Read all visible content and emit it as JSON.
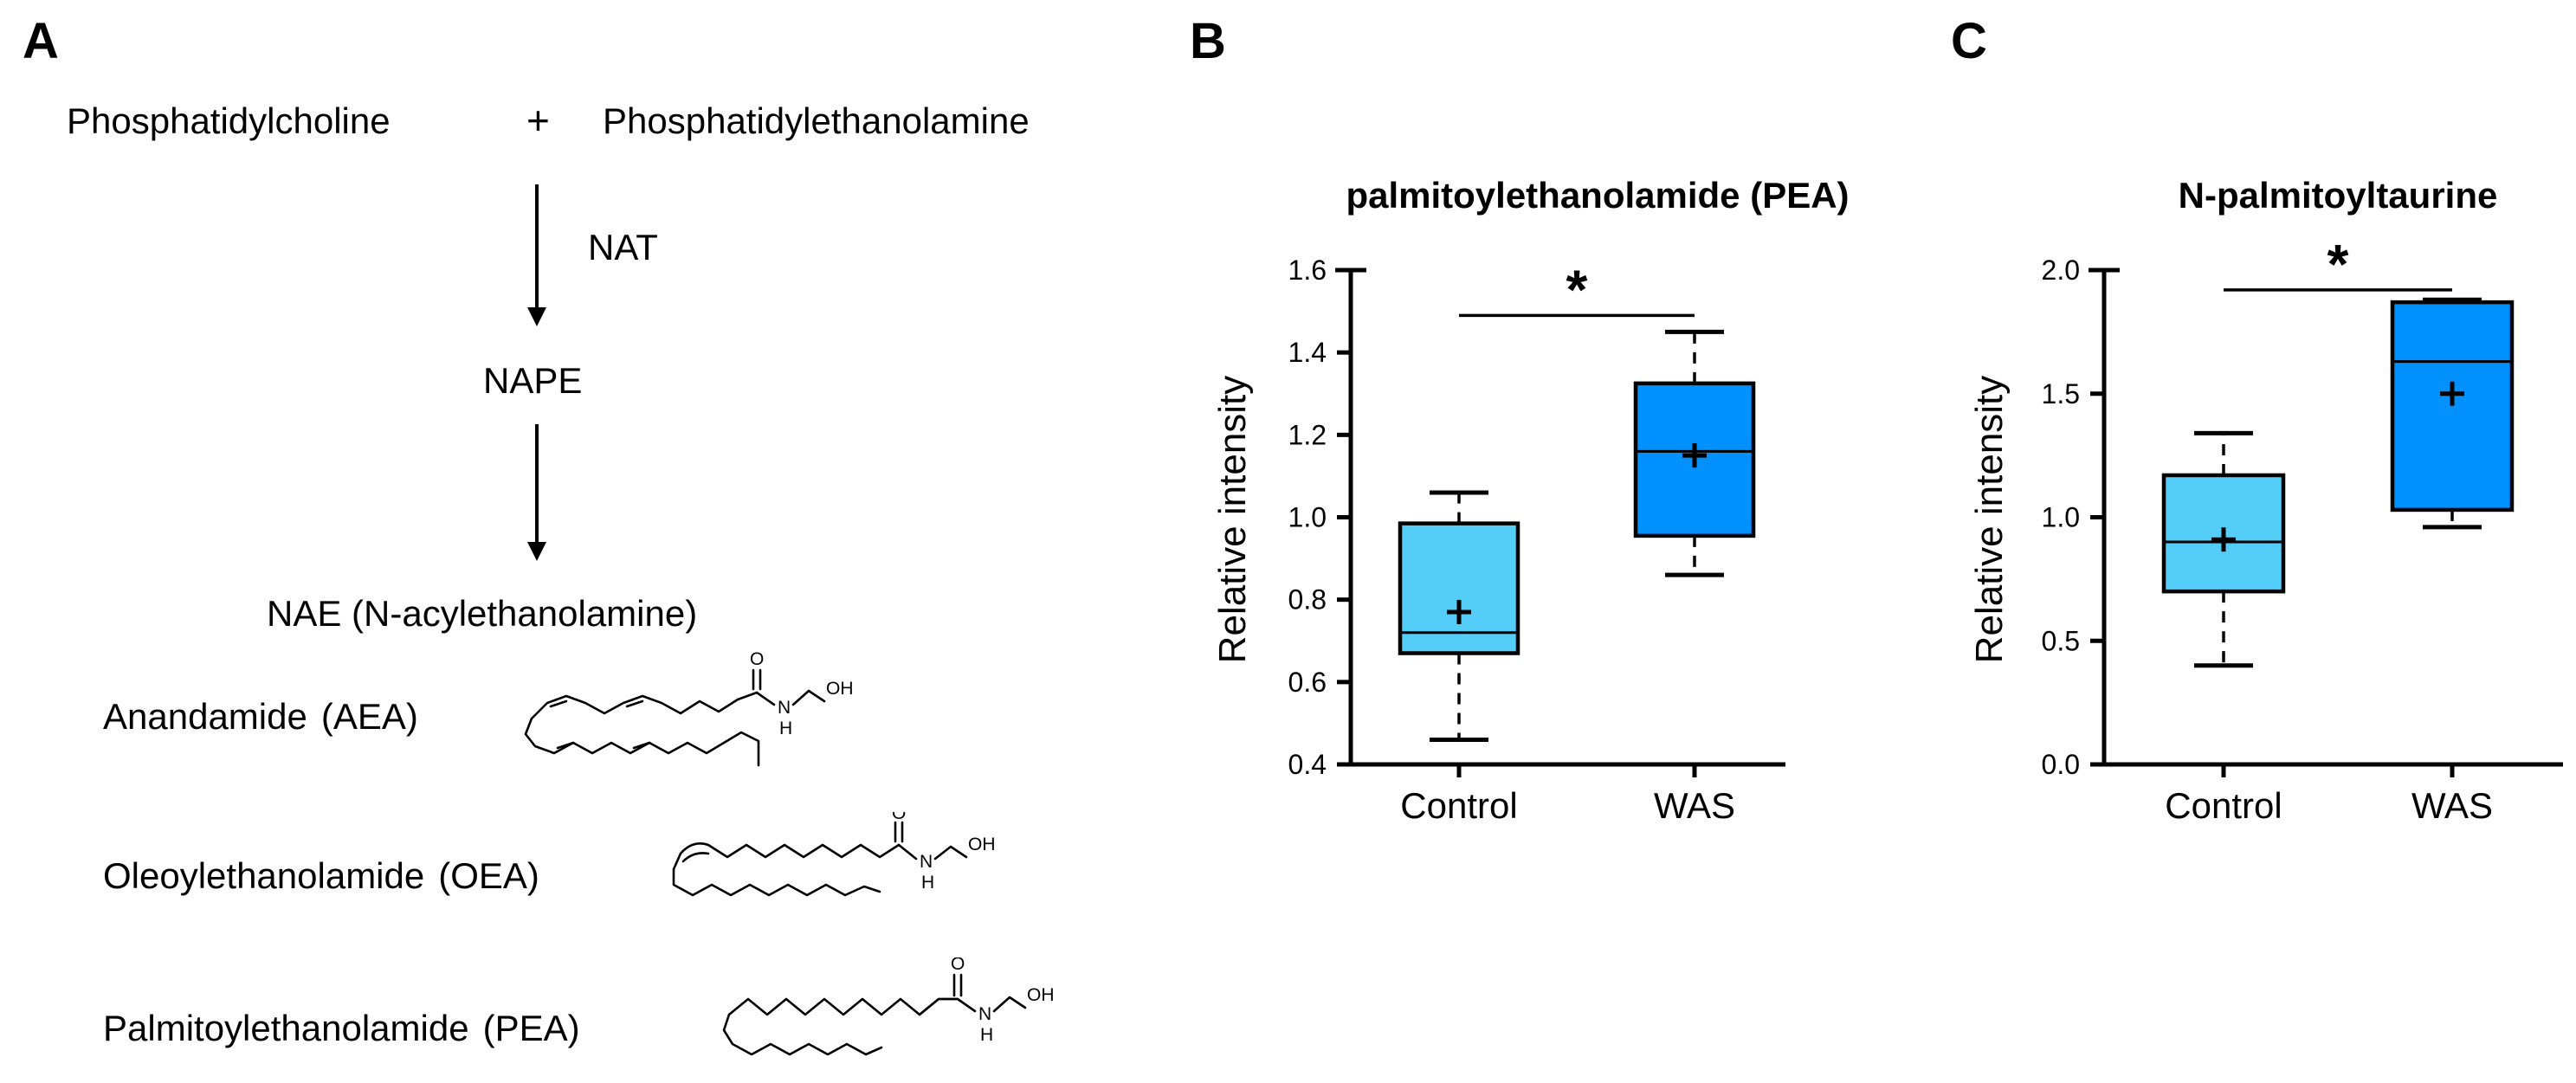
{
  "figure": {
    "background": "#FFFFFF"
  },
  "panel_a": {
    "label": "A",
    "reactants": {
      "left": "Phosphatidylcholine",
      "operator": "+",
      "right": "Phosphatidylethanolamine"
    },
    "enzyme": "NAT",
    "intermediate": "NAPE",
    "product_line": "NAE (N-acylethanolamine)",
    "icons": {
      "reaction_arrow": "down-arrow-icon"
    },
    "metabolites": [
      {
        "name": "Anandamide",
        "abbr": "(AEA)",
        "structure_icon": "aea-structure-icon"
      },
      {
        "name": "Oleoylethanolamide",
        "abbr": "(OEA)",
        "structure_icon": "oea-structure-icon"
      },
      {
        "name": "Palmitoylethanolamide",
        "abbr": "(PEA)",
        "structure_icon": "pea-structure-icon"
      }
    ]
  },
  "panel_b": {
    "label": "B"
  },
  "panel_c": {
    "label": "C"
  },
  "colors": {
    "control_fill": "#54CEF8",
    "was_fill": "#0091FF",
    "line": "#000000",
    "background": "#FFFFFF"
  },
  "icons": {
    "mean_marker": "plus-icon",
    "significance": "asterisk-icon"
  },
  "chart_data": [
    {
      "panel": "B",
      "type": "box",
      "title": "palmitoylethanolamide (PEA)",
      "ylabel": "Relative intensity",
      "ylim": [
        0.4,
        1.6
      ],
      "yticks": [
        0.4,
        0.6,
        0.8,
        1.0,
        1.2,
        1.4,
        1.6
      ],
      "ytick_labels": [
        "0.4",
        "0.6",
        "0.8",
        "1.0",
        "1.2",
        "1.4",
        "1.6"
      ],
      "categories": [
        "Control",
        "WAS"
      ],
      "grid": false,
      "series": [
        {
          "name": "Control",
          "whisker_low": 0.46,
          "q1": 0.67,
          "median": 0.72,
          "q3": 0.985,
          "whisker_high": 1.06,
          "mean": 0.77,
          "fill": "#54CEF8"
        },
        {
          "name": "WAS",
          "whisker_low": 0.86,
          "q1": 0.955,
          "median": 1.16,
          "q3": 1.325,
          "whisker_high": 1.45,
          "mean": 1.15,
          "fill": "#0091FF"
        }
      ],
      "significance": {
        "label": "*",
        "y": 1.49,
        "between": [
          "Control",
          "WAS"
        ]
      }
    },
    {
      "panel": "C",
      "type": "box",
      "title": "N-palmitoyltaurine",
      "ylabel": "Relative intensity",
      "ylim": [
        0.0,
        2.0
      ],
      "yticks": [
        0.0,
        0.5,
        1.0,
        1.5,
        2.0
      ],
      "ytick_labels": [
        "0.0",
        "0.5",
        "1.0",
        "1.5",
        "2.0"
      ],
      "categories": [
        "Control",
        "WAS"
      ],
      "grid": false,
      "series": [
        {
          "name": "Control",
          "whisker_low": 0.4,
          "q1": 0.7,
          "median": 0.9,
          "q3": 1.17,
          "whisker_high": 1.34,
          "mean": 0.91,
          "fill": "#54CEF8"
        },
        {
          "name": "WAS",
          "whisker_low": 0.96,
          "q1": 1.03,
          "median": 1.63,
          "q3": 1.87,
          "whisker_high": 1.88,
          "mean": 1.5,
          "fill": "#0091FF"
        }
      ],
      "significance": {
        "label": "*",
        "y": 1.92,
        "between": [
          "Control",
          "WAS"
        ]
      }
    }
  ]
}
